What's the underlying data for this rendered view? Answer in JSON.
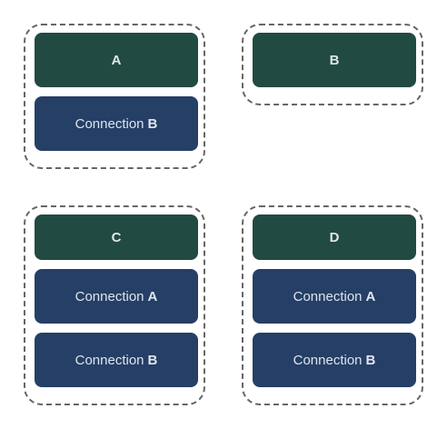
{
  "colors": {
    "node_fill": "#214a42",
    "connection_fill": "#253f66",
    "text": "#dfe5ee",
    "group_border": "#666666"
  },
  "groups": [
    {
      "label": "A",
      "connections": [
        {
          "prefix": "Connection",
          "target": "B"
        }
      ]
    },
    {
      "label": "B",
      "connections": []
    },
    {
      "label": "C",
      "connections": [
        {
          "prefix": "Connection",
          "target": "A"
        },
        {
          "prefix": "Connection",
          "target": "B"
        }
      ]
    },
    {
      "label": "D",
      "connections": [
        {
          "prefix": "Connection",
          "target": "A"
        },
        {
          "prefix": "Connection",
          "target": "B"
        }
      ]
    }
  ]
}
